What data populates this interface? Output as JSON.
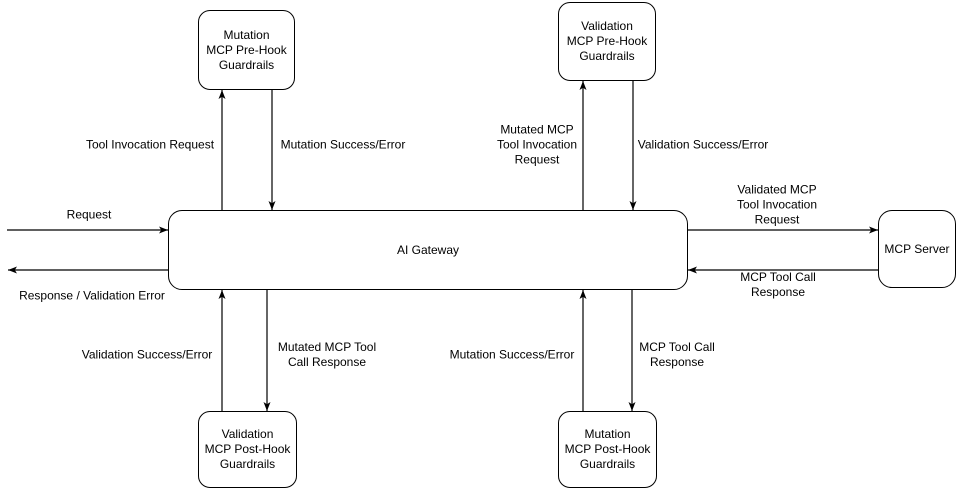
{
  "diagram": {
    "nodes": {
      "mutation_pre_hook": {
        "label": "Mutation\nMCP Pre-Hook\nGuardrails"
      },
      "validation_pre_hook": {
        "label": "Validation\nMCP Pre-Hook\nGuardrails"
      },
      "ai_gateway": {
        "label": "AI Gateway"
      },
      "mcp_server": {
        "label": "MCP Server"
      },
      "validation_post_hook": {
        "label": "Validation\nMCP Post-Hook\nGuardrails"
      },
      "mutation_post_hook": {
        "label": "Mutation\nMCP Post-Hook\nGuardrails"
      }
    },
    "edge_labels": {
      "request": "Request",
      "response_validation_error": "Response / Validation Error",
      "tool_invocation_request": "Tool Invocation Request",
      "mutation_success_error_pre": "Mutation Success/Error",
      "mutated_mcp_tool_invocation_request": "Mutated MCP\nTool Invocation\nRequest",
      "validation_success_error_pre": "Validation Success/Error",
      "validated_mcp_tool_invocation_request": "Validated MCP\nTool Invocation\nRequest",
      "mcp_tool_call_response_server": "MCP Tool Call\nResponse",
      "validation_success_error_post": "Validation Success/Error",
      "mutated_mcp_tool_call_response": "Mutated MCP Tool\nCall Response",
      "mutation_success_error_post": "Mutation Success/Error",
      "mcp_tool_call_response_post": "MCP Tool Call\nResponse"
    },
    "colors": {
      "stroke": "#000000",
      "node_fill": "#ffffff",
      "text": "#000000",
      "background": "#ffffff"
    }
  }
}
